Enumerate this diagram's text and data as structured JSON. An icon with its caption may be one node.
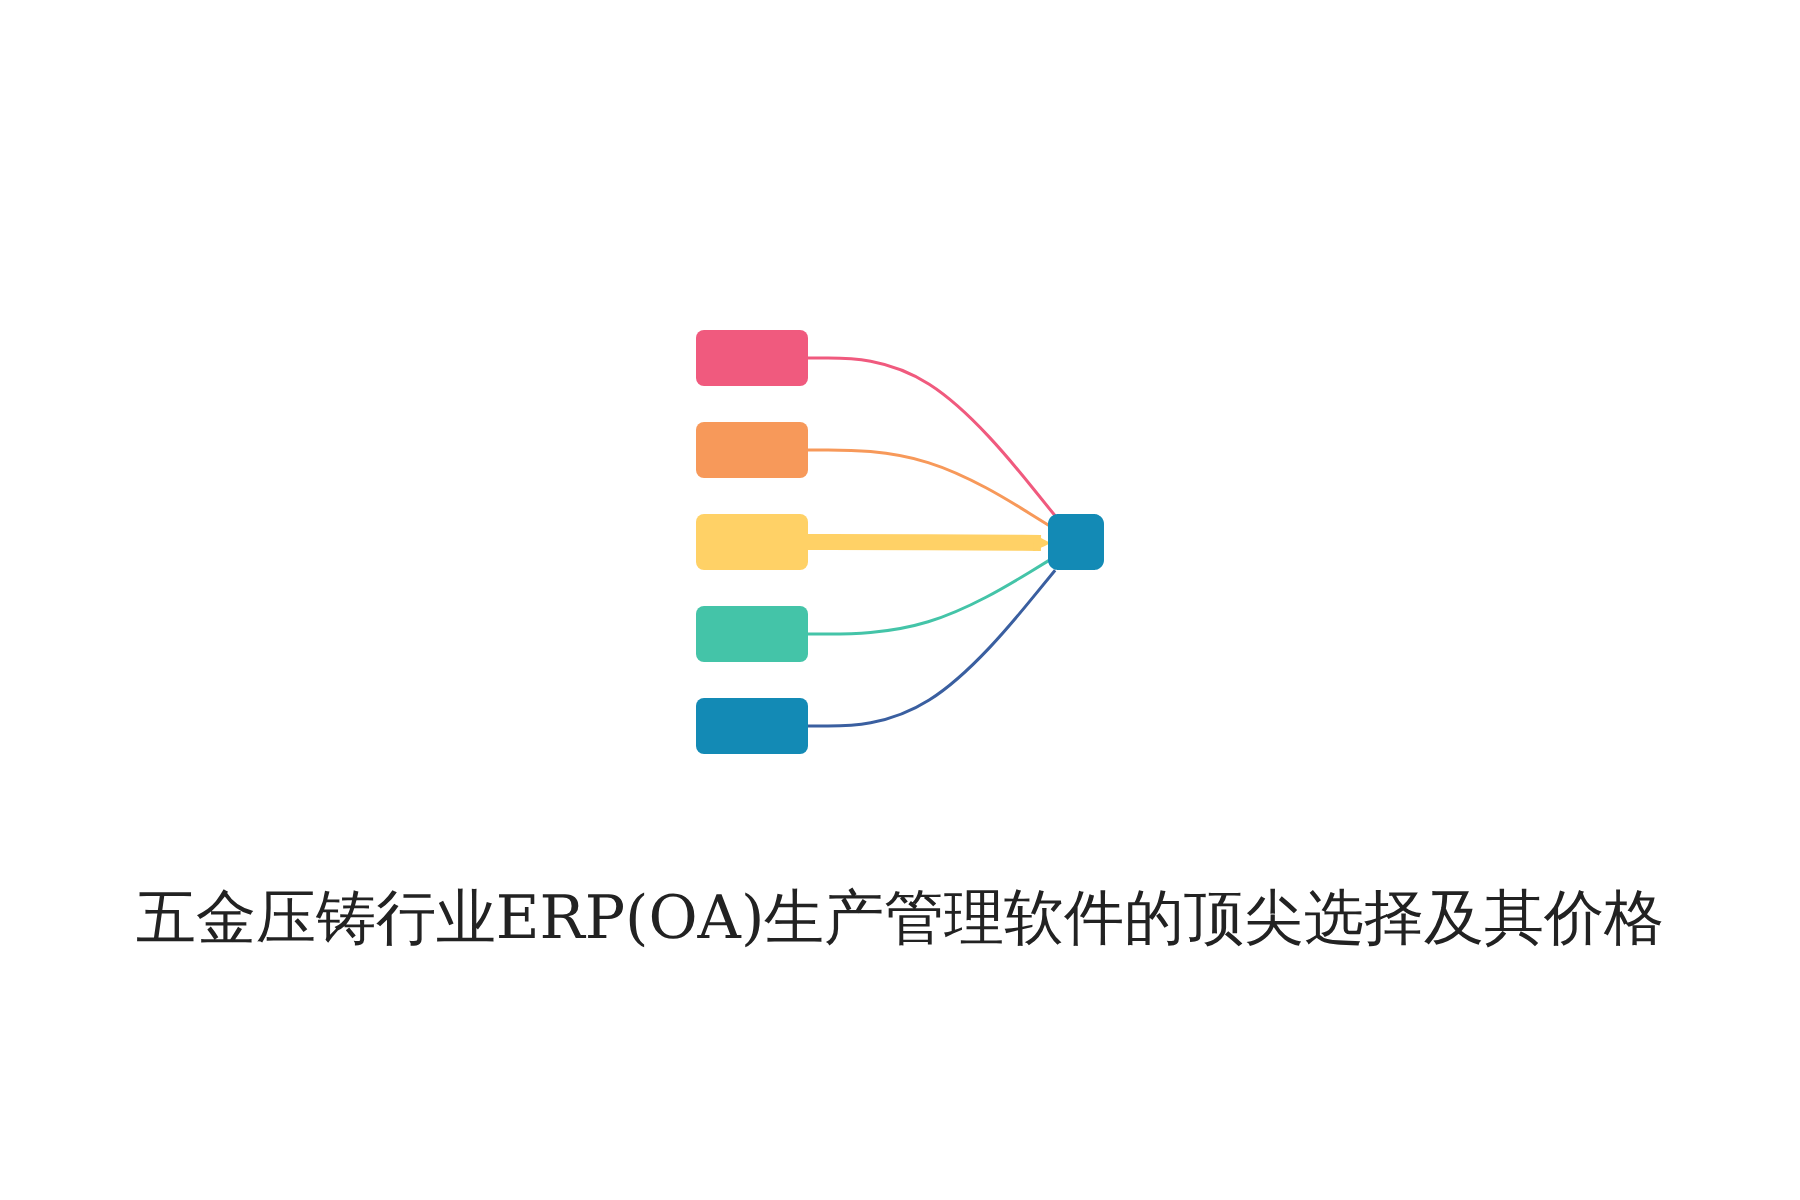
{
  "diagram": {
    "title": "五金压铸行业ERP(OA)生产管理软件的顶尖选择及其价格",
    "nodes": [
      {
        "text": [],
        "shape": "bar"
      },
      {
        "text": [],
        "shape": "bar"
      },
      {
        "text": [],
        "shape": "bar"
      },
      {
        "text": [],
        "shape": "bar"
      },
      {
        "text": [],
        "shape": "bar"
      },
      {
        "text": [],
        "shape": "box"
      }
    ],
    "edges": [
      {
        "from": 0,
        "to": 5,
        "arrow": "none",
        "color": "#f05a7e"
      },
      {
        "from": 1,
        "to": 5,
        "arrow": "none",
        "color": "#f7995a"
      },
      {
        "from": 2,
        "to": 5,
        "arrow": "to",
        "style": "thick",
        "color": "#ffd166"
      },
      {
        "from": 3,
        "to": 5,
        "arrow": "none",
        "color": "#44c4a8"
      },
      {
        "from": 4,
        "to": 5,
        "arrow": "none",
        "color": "#3a5fa0"
      }
    ]
  }
}
